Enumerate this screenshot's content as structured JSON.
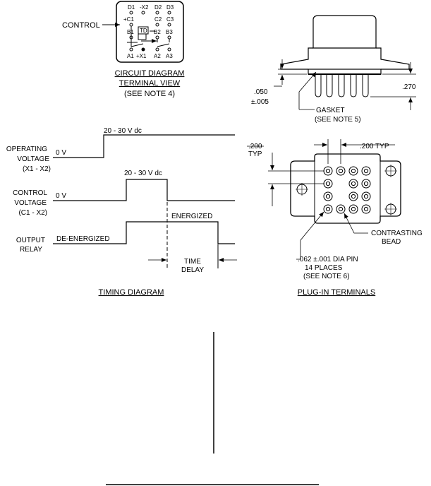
{
  "circuit": {
    "control_label": "CONTROL",
    "pin_row1": [
      "D1",
      "-X2",
      "D2",
      "D3"
    ],
    "pin_row2": [
      "+C1",
      "C2",
      "C3"
    ],
    "pin_row3": [
      "B1",
      "B2",
      "B3"
    ],
    "td_label": "TD",
    "pin_row4": [
      "A1",
      "+X1",
      "A2",
      "A3"
    ],
    "caption_line1": "CIRCUIT DIAGRAM",
    "caption_line2": "TERMINAL VIEW",
    "caption_line3": "(SEE NOTE 4)"
  },
  "relay_side": {
    "dim_050": ".050",
    "dim_005": "±.005",
    "dim_270": ".270",
    "gasket_line1": "GASKET",
    "gasket_line2": "(SEE NOTE 5)"
  },
  "timing": {
    "voltage_a": "20 - 30 V dc",
    "voltage_b": "20 - 30 V dc",
    "zero_a": "0 V",
    "zero_b": "0 V",
    "operating_1": "OPERATING",
    "operating_2": "VOLTAGE",
    "operating_3": "(X1 - X2)",
    "control_1": "CONTROL",
    "control_2": "VOLTAGE",
    "control_3": "(C1 - X2)",
    "output_1": "OUTPUT",
    "output_2": "RELAY",
    "deenergized": "DE-ENERGIZED",
    "energized": "ENERGIZED",
    "delay_1": "TIME",
    "delay_2": "DELAY",
    "caption": "TIMING DIAGRAM"
  },
  "plugin": {
    "dim_200": ".200",
    "dim_typ": "TYP",
    "dim_200_typ": ".200 TYP",
    "bead_1": "CONTRASTING",
    "bead_2": "BEAD",
    "pin_1": ".062 ±.001 DIA PIN",
    "pin_2": "14 PLACES",
    "pin_3": "(SEE NOTE 6)",
    "caption": "PLUG-IN TERMINALS"
  }
}
